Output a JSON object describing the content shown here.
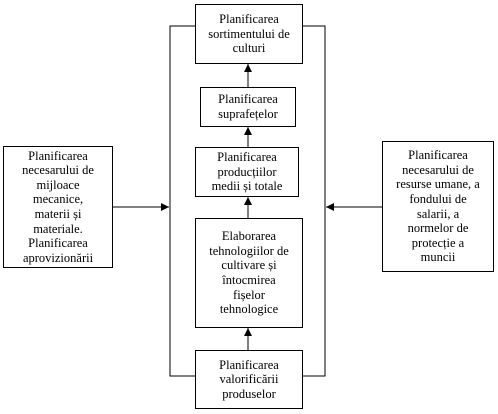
{
  "diagram": {
    "nodes": {
      "sortiment": "Planificarea\nsortimentului de\nculturi",
      "suprafete": "Planificarea\nsuprafețelor",
      "productii": "Planificarea\nproducțiilor\nmedii și totale",
      "tehnologii": "Elaborarea\ntehnologiilor de\ncultivare și\nîntocmirea\nfișelor\ntehnologice",
      "valorificare": "Planificarea\nvalorificării\nproduselor",
      "left": "Planificarea\nnecesarului de\nmijloace\nmecanice,\nmaterii și\nmateriale.\nPlanificarea\naprovizionării",
      "right": "Planificarea\nnecesarului de\nresurse umane, a\nfondului de\nsalarii, a\nnormelor de\nprotecție a\nmuncii"
    },
    "edges": [
      {
        "from": "valorificare",
        "to": "tehnologii"
      },
      {
        "from": "tehnologii",
        "to": "productii"
      },
      {
        "from": "productii",
        "to": "suprafete"
      },
      {
        "from": "suprafete",
        "to": "sortiment"
      },
      {
        "from": "left",
        "to": "central-frame"
      },
      {
        "from": "right",
        "to": "central-frame"
      }
    ]
  }
}
